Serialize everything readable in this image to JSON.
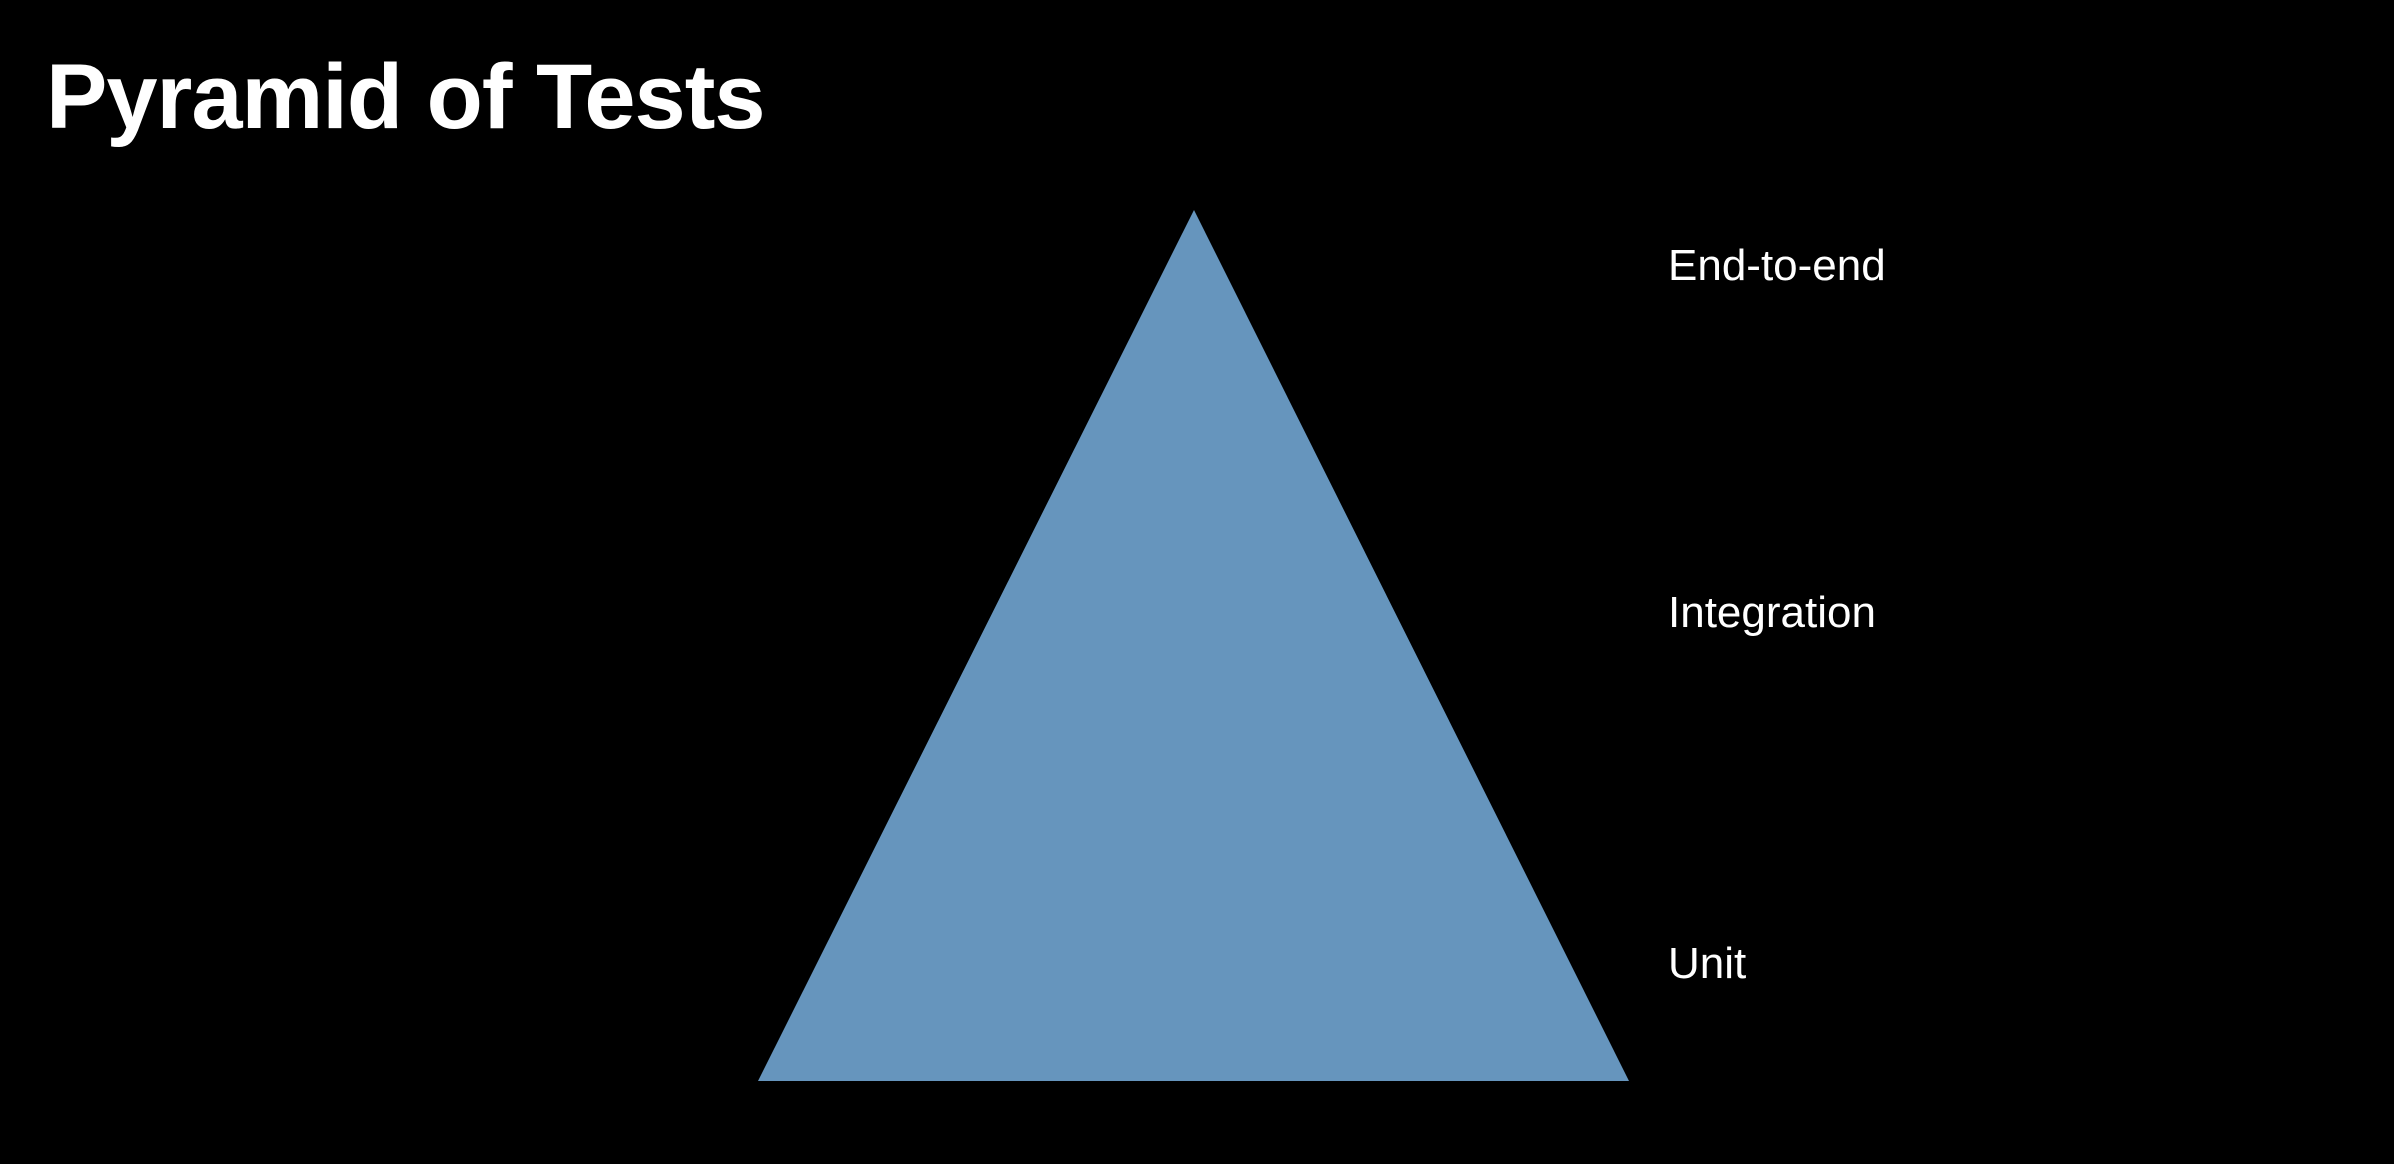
{
  "slide": {
    "title": "Pyramid of Tests",
    "layers": [
      {
        "label": "End-to-end"
      },
      {
        "label": "Integration"
      },
      {
        "label": "Unit"
      }
    ]
  },
  "colors": {
    "background": "#000000",
    "pyramid_fill": "#6695bd",
    "text": "#ffffff"
  }
}
